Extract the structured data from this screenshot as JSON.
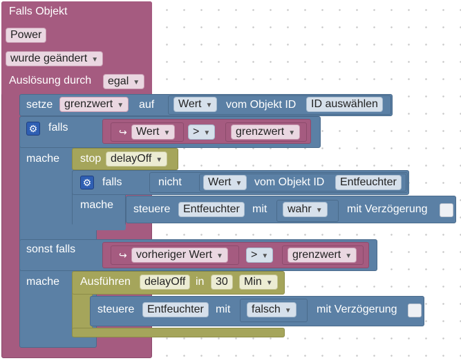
{
  "event": {
    "title": "Falls Objekt",
    "object": "Power",
    "trigger": "wurde geändert",
    "by_label": "Auslösung durch",
    "by_value": "egal"
  },
  "set": {
    "label": "setze",
    "var": "grenzwert",
    "on": "auf",
    "prop": "Wert",
    "from_label": "vom Objekt ID",
    "id": "ID auswählen"
  },
  "if1": {
    "label": "falls",
    "arrow": "↪",
    "value": "Wert",
    "op": ">",
    "var": "grenzwert",
    "do_label": "mache"
  },
  "stop": {
    "label": "stop",
    "timer": "delayOff"
  },
  "inner_if": {
    "label": "falls",
    "not_label": "nicht",
    "prop": "Wert",
    "from_label": "vom Objekt ID",
    "id": "Entfeuchter",
    "do_label": "mache"
  },
  "control1": {
    "label": "steuere",
    "id": "Entfeuchter",
    "with_label": "mit",
    "value": "wahr",
    "delay_label": "mit Verzögerung"
  },
  "elseif": {
    "label": "sonst falls",
    "arrow": "↪",
    "value": "vorheriger Wert",
    "op": ">",
    "var": "grenzwert",
    "do_label": "mache"
  },
  "timeout": {
    "label": "Ausführen",
    "timer": "delayOff",
    "in_label": "in",
    "amount": "30",
    "unit": "Min"
  },
  "control2": {
    "label": "steuere",
    "id": "Entfeuchter",
    "with_label": "mit",
    "value": "falsch",
    "delay_label": "mit Verzögerung"
  },
  "colors": {
    "event": "#a55b80",
    "logic": "#5b80a5",
    "timer": "#a5a55b"
  },
  "icons": {
    "gear": "gear-icon",
    "arrow": "arrow-icon"
  }
}
